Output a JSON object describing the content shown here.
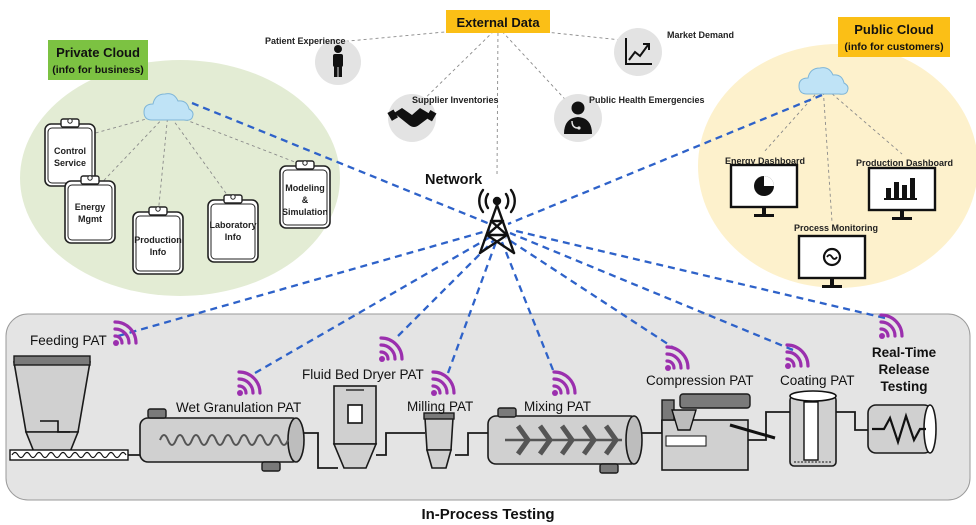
{
  "external_data": {
    "title": "External Data",
    "items": [
      {
        "label": "Patient Experience",
        "icon": "person-icon"
      },
      {
        "label": "Supplier Inventories",
        "icon": "handshake-icon"
      },
      {
        "label": "Public Health Emergencies",
        "icon": "doctor-icon"
      },
      {
        "label": "Market Demand",
        "icon": "trend-chart-icon"
      }
    ]
  },
  "private_cloud": {
    "title": "Private Cloud",
    "subtitle": "(info for business)",
    "items": [
      {
        "lines": [
          "Control",
          "Service"
        ]
      },
      {
        "lines": [
          "Energy",
          "Mgmt"
        ]
      },
      {
        "lines": [
          "Production",
          "Info"
        ]
      },
      {
        "lines": [
          "Laboratory",
          "Info"
        ]
      },
      {
        "lines": [
          "Modeling",
          "&",
          "Simulation"
        ]
      }
    ]
  },
  "public_cloud": {
    "title": "Public Cloud",
    "subtitle": "(info for customers)",
    "dashboards": [
      {
        "label": "Energy Dashboard",
        "icon": "pie-chart-icon"
      },
      {
        "label": "Production Dashboard",
        "icon": "bar-chart-icon"
      },
      {
        "label": "Process Monitoring",
        "icon": "monitoring-icon"
      }
    ]
  },
  "network": {
    "label": "Network"
  },
  "process": {
    "title": "In-Process Testing",
    "stages": [
      {
        "label": "Feeding PAT"
      },
      {
        "label": "Wet Granulation PAT"
      },
      {
        "label": "Fluid Bed Dryer PAT"
      },
      {
        "label": "Milling PAT"
      },
      {
        "label": "Mixing PAT"
      },
      {
        "label": "Compression PAT"
      },
      {
        "label": "Coating PAT"
      }
    ],
    "rtrt": {
      "lines": [
        "Real-Time",
        "Release",
        "Testing"
      ]
    }
  },
  "colors": {
    "private_cloud_bg": "#e3ecd4",
    "private_cloud_title": "#7cc242",
    "public_cloud_bg": "#fdf1cc",
    "external_title": "#fbbf16",
    "process_bg": "#e4e4e4",
    "connection": "#2e62c9",
    "wifi": "#9b2fae",
    "cloud_icon": "#bfe3f6"
  }
}
